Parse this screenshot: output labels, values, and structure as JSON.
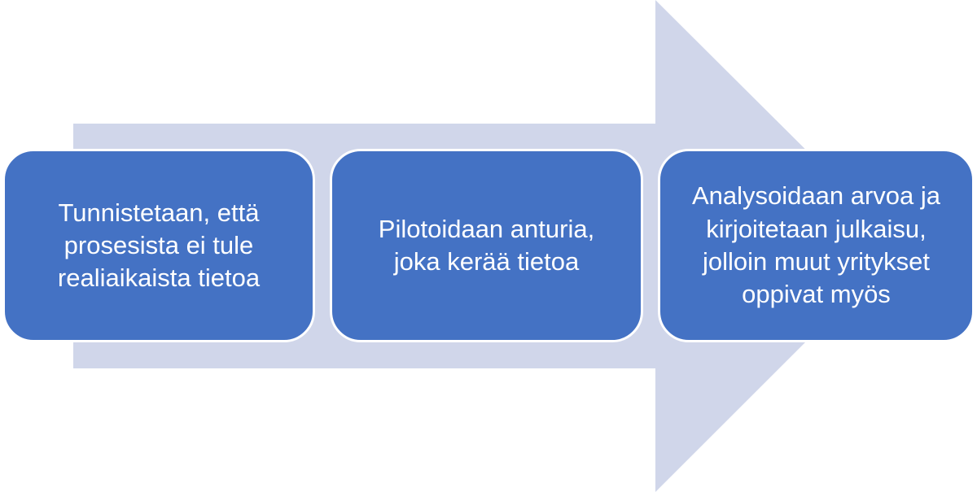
{
  "colors": {
    "arrow": "#d0d6ea",
    "box_fill": "#4472c4",
    "box_border": "#ffffff",
    "text": "#ffffff"
  },
  "diagram": {
    "type": "process-arrow",
    "steps": [
      {
        "text": "Tunnistetaan, että\nprosesista ei tule\nrealiaikaista tietoa"
      },
      {
        "text": "Pilotoidaan anturia,\njoka kerää tietoa"
      },
      {
        "text": "Analysoidaan arvoa ja\nkirjoitetaan julkaisu,\njolloin muut yritykset\noppivat myös"
      }
    ]
  }
}
